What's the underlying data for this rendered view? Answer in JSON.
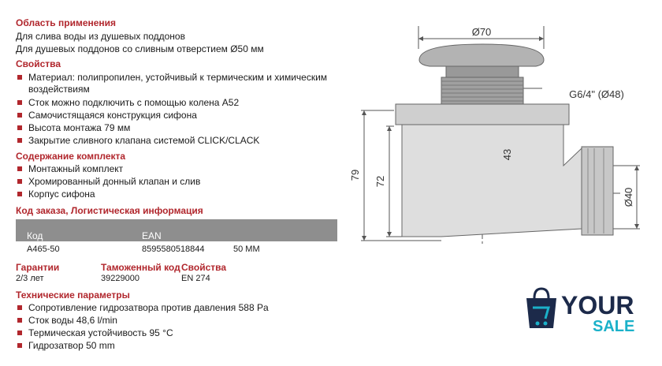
{
  "sections": {
    "application": {
      "title": "Область применения",
      "lines": [
        "Для слива воды из душевых поддонов",
        "Для душевых поддонов со сливным отверстием Ø50 мм"
      ]
    },
    "properties": {
      "title": "Свойства",
      "items": [
        "Материал: полипропилен, устойчивый к термическим и химическим",
        "воздействиям",
        "Сток можно подключить с помощью колена A52",
        "Самочистящаяся конструкция сифона",
        "Высота монтажа 79 мм",
        "Закрытие сливного клапана системой CLICK/CLACK"
      ]
    },
    "contents": {
      "title": "Содержание комплекта",
      "items": [
        "Монтажный комплект",
        "Хромированный донный клапан и слив",
        "Корпус сифона"
      ]
    },
    "order": {
      "title": "Код заказа, Логистическая информация",
      "headers": [
        "Код",
        "EAN"
      ],
      "row": [
        "A465-50",
        "8595580518844",
        "50 MM"
      ]
    },
    "guarantees": {
      "headers": [
        "Гарантии",
        "Таможенный код",
        "Свойства"
      ],
      "values": [
        "2/3 лет",
        "39229000",
        "EN 274"
      ]
    },
    "technical": {
      "title": "Технические параметры",
      "items": [
        "Сопротивление гидрозатвора против давления 588 Pa",
        "Сток воды 48,6 l/min",
        "Термическая устойчивость 95 °C",
        "Гидрозатвор 50 mm"
      ]
    }
  },
  "drawing": {
    "dim_top": "Ø70",
    "dim_thread": "G6/4\" (Ø48)",
    "dim_79": "79",
    "dim_72": "72",
    "dim_43": "43",
    "dim_40": "Ø40"
  },
  "logo": {
    "word1": "YOUR",
    "word2": "SALE"
  },
  "colors": {
    "accent": "#b1272d",
    "table_header": "#8e8e8e",
    "logo_dark": "#1c2a4a",
    "logo_teal": "#1bb1c9"
  }
}
